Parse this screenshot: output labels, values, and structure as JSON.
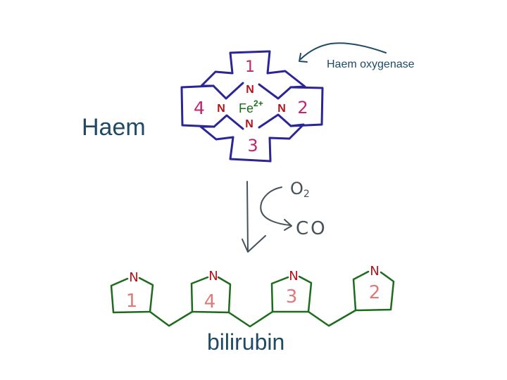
{
  "title_left": "Haem",
  "enzyme_label": "Haem oxygenase",
  "haem": {
    "metal": "Fe",
    "metal_charge": "2+",
    "ring_numbers": [
      "1",
      "2",
      "3",
      "4"
    ],
    "nitrogen": "N"
  },
  "reaction": {
    "reactant": "O",
    "reactant_subscript": "2",
    "byproduct": "CO"
  },
  "bilirubin": {
    "name": "bilirubin",
    "ring_order": [
      "1",
      "4",
      "3",
      "2"
    ],
    "nitrogen": "N"
  },
  "colors": {
    "haem_outline": "#2b2596",
    "nitrogen": "#b5121b",
    "number_magenta": "#c0266d",
    "fe_label": "#1a6e1a",
    "arrow_gray": "#46515a",
    "title_teal": "#1f4a63",
    "bilirubin_green": "#1d6b1d",
    "bilirubin_number": "#e07a7a",
    "enzyme_text": "#1f4a63"
  }
}
